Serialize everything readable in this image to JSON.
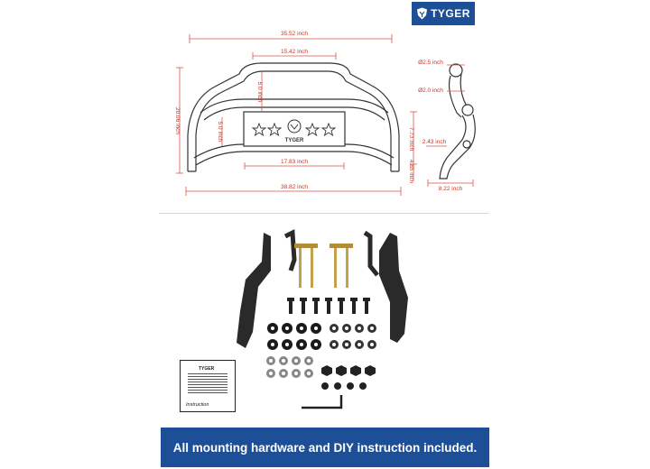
{
  "brand": {
    "logo_text": "TYGER",
    "color": "#1d4f98"
  },
  "diagram": {
    "dimension_color": "#c0392b",
    "front_view": {
      "overall_top_width": "35.52 inch",
      "top_hoop_width": "15.42 inch",
      "overall_height": "20.06 inch",
      "hoop_height": "5.0 inch",
      "plate_height": "5.0 inch",
      "plate_width": "17.83 inch",
      "overall_bottom_width": "38.82 inch",
      "plate_text": "TYGER"
    },
    "side_view": {
      "top_tube_diameter": "Ø2.5 inch",
      "lower_tube_diameter": "Ø2.0 inch",
      "side_height": "7.73 inch",
      "offset": "2.43 inch",
      "lower_height": "4.85 inch",
      "depth": "8.22 inch"
    }
  },
  "hardware_photo": {
    "manual_logo": "TYGER",
    "manual_label": "Instruction",
    "items": [
      "mounting-bracket",
      "long-bolt",
      "bolt",
      "washer",
      "nut",
      "hex-key",
      "instruction-manual"
    ]
  },
  "banner": {
    "text": "All mounting hardware and DIY instruction included."
  }
}
